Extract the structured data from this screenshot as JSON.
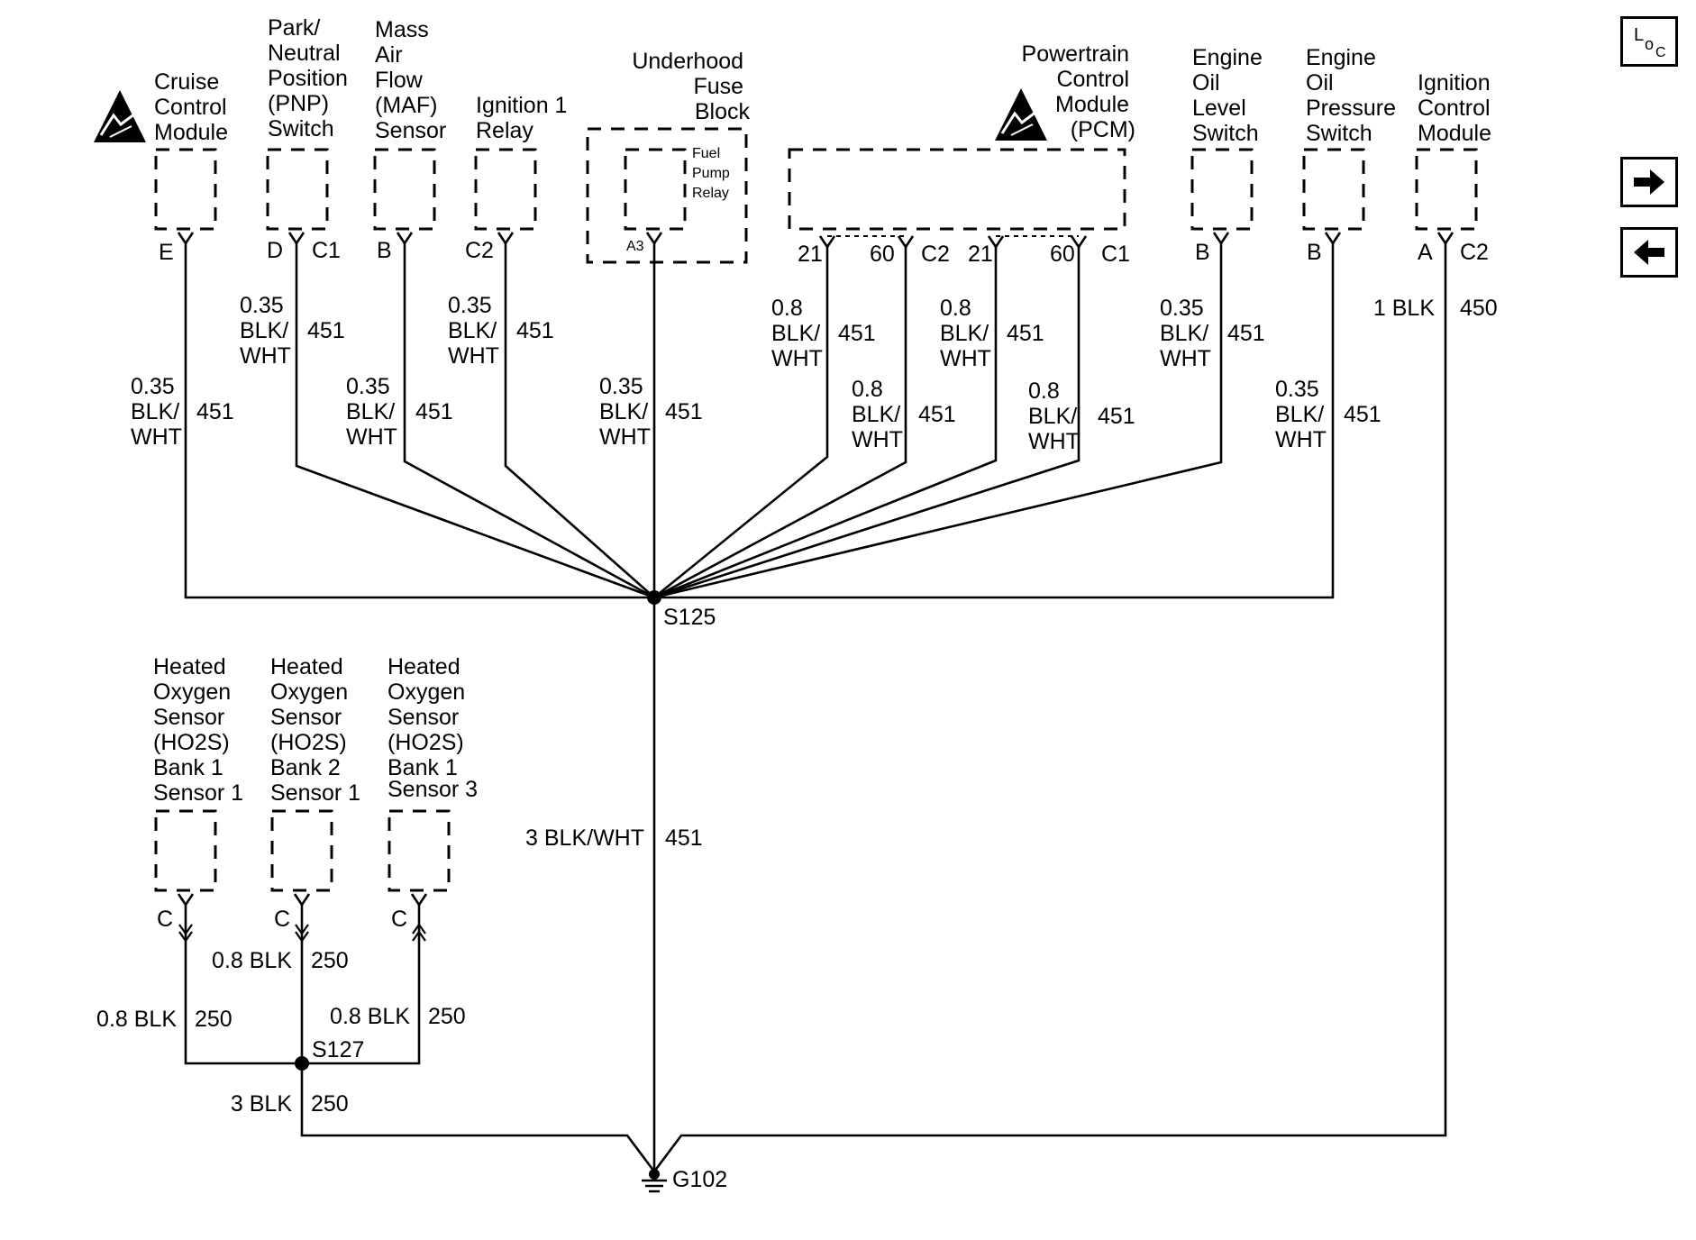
{
  "nav": {
    "loc_label": {
      "L": "L",
      "o": "o",
      "C": "C"
    },
    "next_icon": "right-arrow-icon",
    "prev_icon": "left-arrow-icon"
  },
  "components": {
    "cruise": [
      "Cruise",
      "Control",
      "Module"
    ],
    "pnp": [
      "Park/",
      "Neutral",
      "Position",
      "(PNP)",
      "Switch"
    ],
    "maf": [
      "Mass",
      "Air",
      "Flow",
      "(MAF)",
      "Sensor"
    ],
    "ign_relay": [
      "Ignition 1",
      "Relay"
    ],
    "fuse_block": [
      "Underhood",
      "Fuse",
      "Block"
    ],
    "fuel_pump_relay": [
      "Fuel",
      "Pump",
      "Relay"
    ],
    "pcm": [
      "Powertrain",
      "Control",
      "Module",
      "(PCM)"
    ],
    "oil_level": [
      "Engine",
      "Oil",
      "Level",
      "Switch"
    ],
    "oil_pressure": [
      "Engine",
      "Oil",
      "Pressure",
      "Switch"
    ],
    "icm": [
      "Ignition",
      "Control",
      "Module"
    ],
    "ho2s_b1s1": [
      "Heated",
      "Oxygen",
      "Sensor",
      "(HO2S)",
      "Bank 1",
      "Sensor 1"
    ],
    "ho2s_b2s1": [
      "Heated",
      "Oxygen",
      "Sensor",
      "(HO2S)",
      "Bank 2",
      "Sensor 1"
    ],
    "ho2s_b1s3": [
      "Heated",
      "Oxygen",
      "Sensor",
      "(HO2S)",
      "Bank 1",
      "Sensor 3"
    ]
  },
  "pins": {
    "cruise": "E",
    "pnp": "D",
    "pnp_conn": "C1",
    "maf": "B",
    "ign_relay": "C2",
    "fuse": "A3",
    "pcm_a": "21",
    "pcm_b": "60",
    "pcm_conn_a": "C2",
    "pcm_c": "21",
    "pcm_d": "60",
    "pcm_conn_b": "C1",
    "oil_level": "B",
    "oil_pressure": "B",
    "icm": "A",
    "icm_conn": "C2",
    "ho2s_1": "C",
    "ho2s_2": "C",
    "ho2s_3": "C"
  },
  "wires": {
    "gauge_035": "0.35",
    "gauge_08": "0.8",
    "color_blk_wht_a": "BLK/",
    "color_blk_wht_b": "WHT",
    "circuit_451": "451",
    "icm_wire": "1 BLK",
    "icm_circuit": "450",
    "trunk_wire": "3 BLK/WHT",
    "trunk_circuit": "451",
    "ho2s_wire": "0.8 BLK",
    "ho2s_circuit": "250",
    "ground_wire": "3 BLK",
    "ground_circuit": "250"
  },
  "splices": {
    "main": "S125",
    "ho2s": "S127"
  },
  "ground": "G102"
}
